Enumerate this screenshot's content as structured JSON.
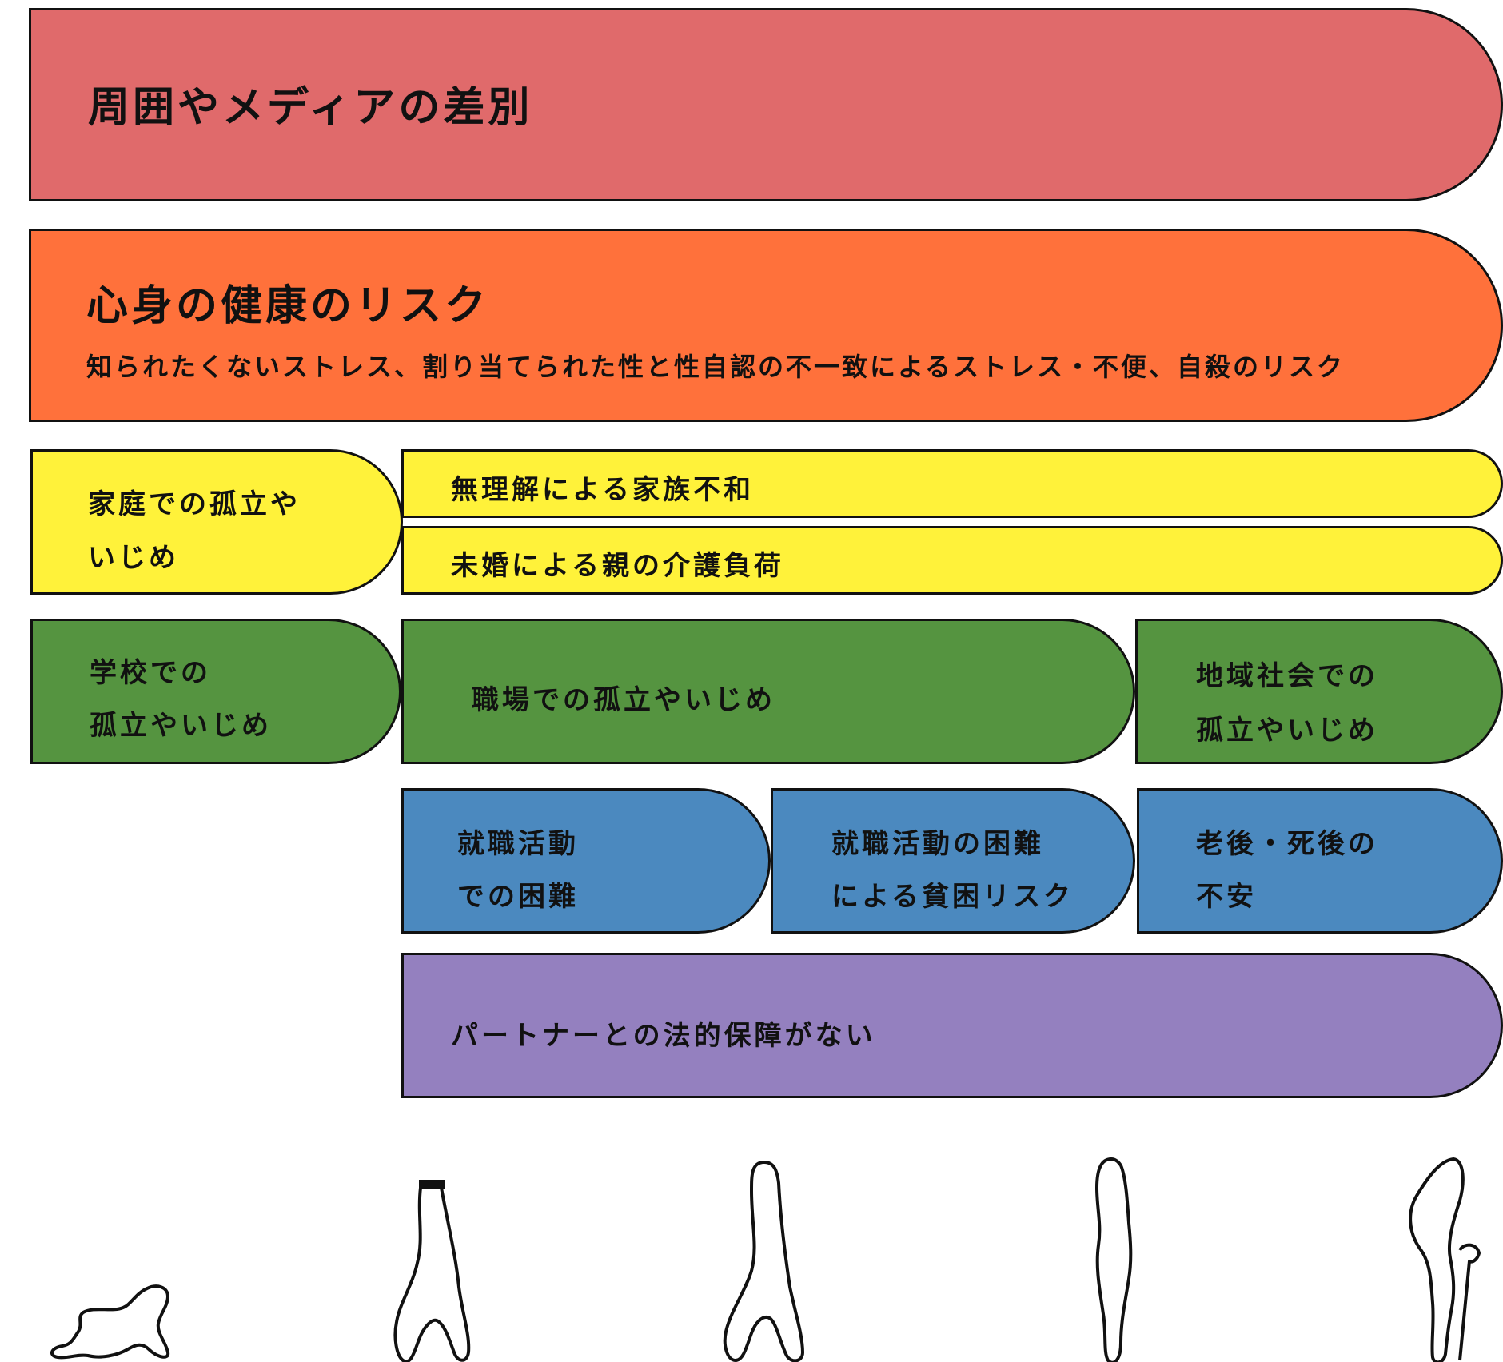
{
  "colors": {
    "red": "#e06a6b",
    "orange": "#ff713b",
    "yellow": "#fff23a",
    "green": "#559440",
    "blue": "#4b89bf",
    "purple": "#9480bf"
  },
  "rows": {
    "discrimination": {
      "title": "周囲やメディアの差別"
    },
    "health": {
      "title": "心身の健康のリスク",
      "detail": "知られたくないストレス、割り当てられた性と性自認の不一致によるストレス・不便、自殺のリスク"
    },
    "family": {
      "isolation": [
        "家庭での孤立や",
        "いじめ"
      ],
      "discord": "無理解による家族不和",
      "care": "未婚による親の介護負荷"
    },
    "isolation": {
      "school": [
        "学校での",
        "孤立やいじめ"
      ],
      "work": "職場での孤立やいじめ",
      "community": [
        "地域社会での",
        "孤立やいじめ"
      ]
    },
    "economy": {
      "jobhunt": [
        "就職活動",
        "での困難"
      ],
      "poverty": [
        "就職活動の困難",
        "による貧困リスク"
      ],
      "old_age": [
        "老後・死後の",
        "不安"
      ]
    },
    "legal": {
      "title": "パートナーとの法的保障がない"
    }
  },
  "life_stages": [
    {
      "icon": "baby-crawling-icon"
    },
    {
      "icon": "student-graduate-icon"
    },
    {
      "icon": "adult-walking-icon"
    },
    {
      "icon": "adult-standing-icon"
    },
    {
      "icon": "elder-with-cane-icon"
    }
  ]
}
